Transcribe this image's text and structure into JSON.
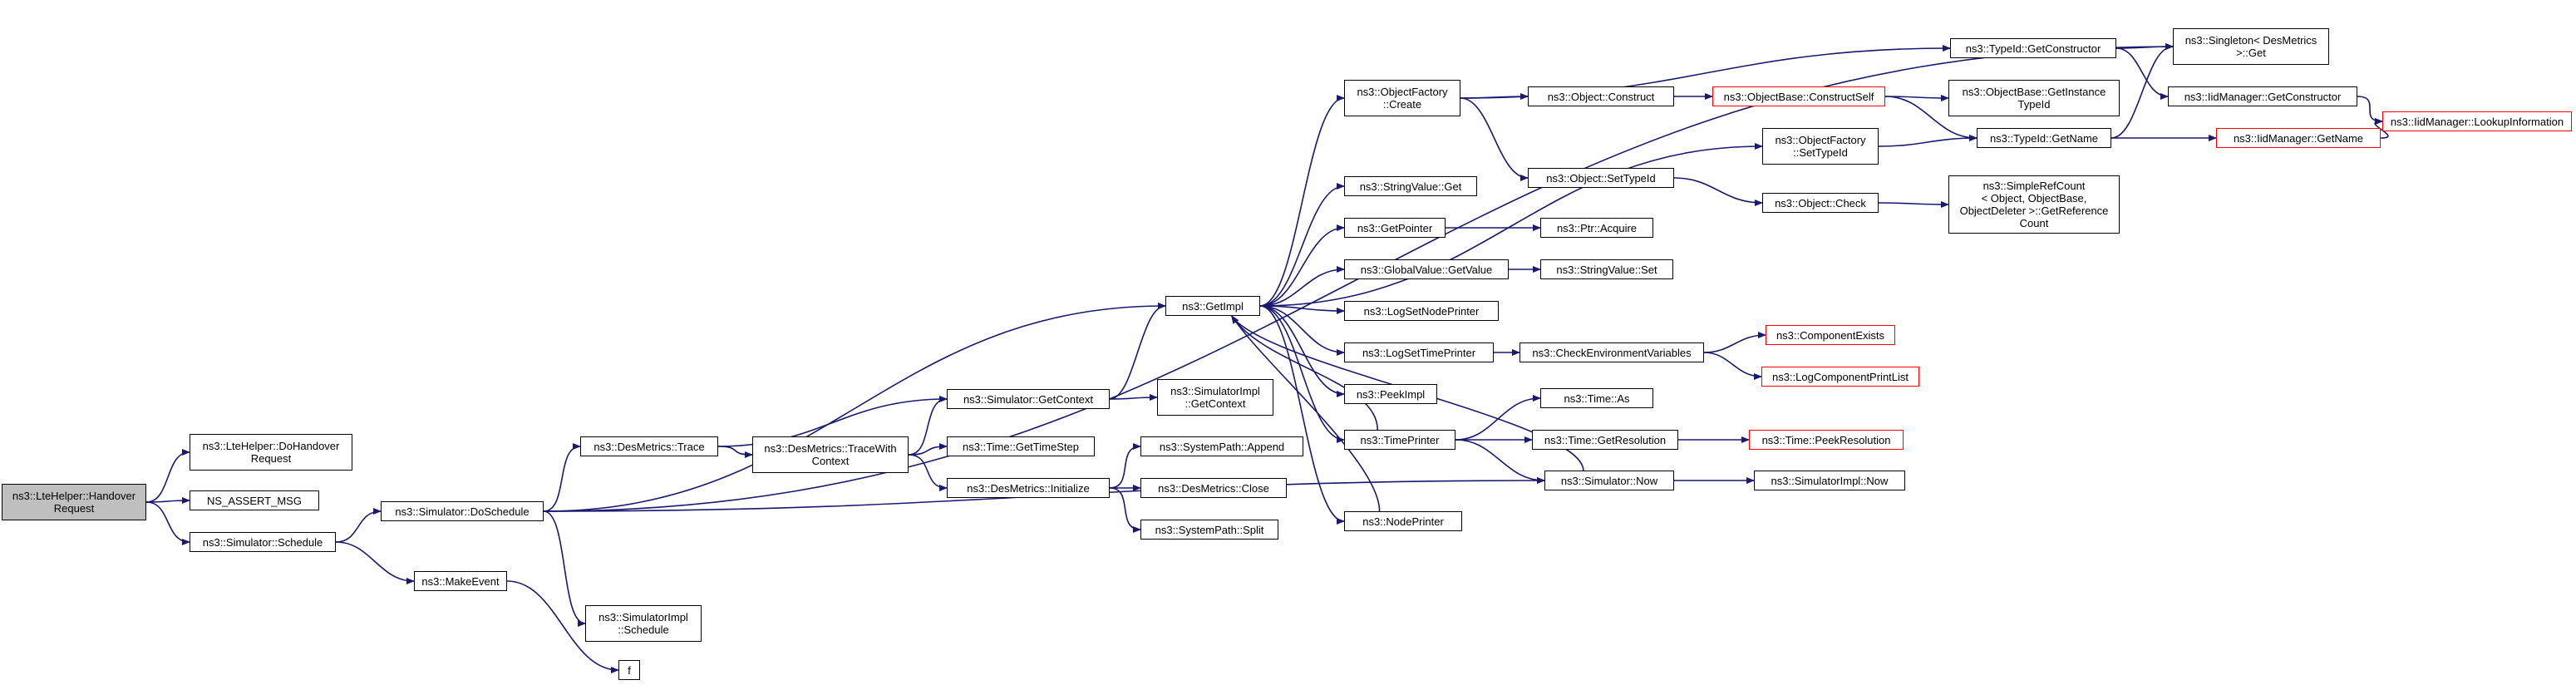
{
  "diagram": {
    "type": "call-graph",
    "edge_color": "#191970",
    "truncated_border_color": "#ff0000",
    "root_fill_color": "#bfbfbf",
    "nodes": [
      {
        "id": "root",
        "label": "ns3::LteHelper::Handover\nRequest",
        "style": "root"
      },
      {
        "id": "doHandover",
        "label": "ns3::LteHelper::DoHandover\nRequest"
      },
      {
        "id": "assertMsg",
        "label": "NS_ASSERT_MSG"
      },
      {
        "id": "schedule",
        "label": "ns3::Simulator::Schedule"
      },
      {
        "id": "doSchedule",
        "label": "ns3::Simulator::DoSchedule"
      },
      {
        "id": "makeEvent",
        "label": "ns3::MakeEvent"
      },
      {
        "id": "f",
        "label": "f"
      },
      {
        "id": "implSchedule",
        "label": "ns3::SimulatorImpl\n::Schedule"
      },
      {
        "id": "trace",
        "label": "ns3::DesMetrics::Trace"
      },
      {
        "id": "traceWith",
        "label": "ns3::DesMetrics::TraceWith\nContext"
      },
      {
        "id": "getContext",
        "label": "ns3::Simulator::GetContext"
      },
      {
        "id": "implGetContext",
        "label": "ns3::SimulatorImpl\n::GetContext"
      },
      {
        "id": "getTimeStep",
        "label": "ns3::Time::GetTimeStep"
      },
      {
        "id": "initialize",
        "label": "ns3::DesMetrics::Initialize"
      },
      {
        "id": "append",
        "label": "ns3::SystemPath::Append"
      },
      {
        "id": "close",
        "label": "ns3::DesMetrics::Close"
      },
      {
        "id": "split",
        "label": "ns3::SystemPath::Split"
      },
      {
        "id": "getImpl",
        "label": "ns3::GetImpl"
      },
      {
        "id": "ofCreate",
        "label": "ns3::ObjectFactory\n::Create"
      },
      {
        "id": "svGet",
        "label": "ns3::StringValue::Get"
      },
      {
        "id": "getPointer",
        "label": "ns3::GetPointer"
      },
      {
        "id": "gvGetValue",
        "label": "ns3::GlobalValue::GetValue"
      },
      {
        "id": "logNode",
        "label": "ns3::LogSetNodePrinter"
      },
      {
        "id": "logTime",
        "label": "ns3::LogSetTimePrinter"
      },
      {
        "id": "peekImpl",
        "label": "ns3::PeekImpl"
      },
      {
        "id": "timePrinter",
        "label": "ns3::TimePrinter"
      },
      {
        "id": "nodePrinter",
        "label": "ns3::NodePrinter"
      },
      {
        "id": "objConstruct",
        "label": "ns3::Object::Construct"
      },
      {
        "id": "objSetTypeId",
        "label": "ns3::Object::SetTypeId"
      },
      {
        "id": "ptrAcquire",
        "label": "ns3::Ptr::Acquire"
      },
      {
        "id": "svSet",
        "label": "ns3::StringValue::Set"
      },
      {
        "id": "checkEnv",
        "label": "ns3::CheckEnvironmentVariables"
      },
      {
        "id": "timeAs",
        "label": "ns3::Time::As"
      },
      {
        "id": "timeGetRes",
        "label": "ns3::Time::GetResolution"
      },
      {
        "id": "simNow",
        "label": "ns3::Simulator::Now"
      },
      {
        "id": "constructSelf",
        "label": "ns3::ObjectBase::ConstructSelf",
        "style": "truncated"
      },
      {
        "id": "ofSetTypeId",
        "label": "ns3::ObjectFactory\n::SetTypeId"
      },
      {
        "id": "objCheck",
        "label": "ns3::Object::Check"
      },
      {
        "id": "compExists",
        "label": "ns3::ComponentExists",
        "style": "truncated"
      },
      {
        "id": "logCompList",
        "label": "ns3::LogComponentPrintList",
        "style": "truncated"
      },
      {
        "id": "peekRes",
        "label": "ns3::Time::PeekResolution",
        "style": "truncated"
      },
      {
        "id": "implNow",
        "label": "ns3::SimulatorImpl::Now"
      },
      {
        "id": "typeGetCons",
        "label": "ns3::TypeId::GetConstructor"
      },
      {
        "id": "obGetInstance",
        "label": "ns3::ObjectBase::GetInstance\nTypeId"
      },
      {
        "id": "typeGetName",
        "label": "ns3::TypeId::GetName"
      },
      {
        "id": "simpleRef",
        "label": "ns3::SimpleRefCount\n< Object, ObjectBase,\nObjectDeleter >::GetReference\nCount"
      },
      {
        "id": "singletonGet",
        "label": "ns3::Singleton< DesMetrics\n >::Get"
      },
      {
        "id": "iidGetCons",
        "label": "ns3::IidManager::GetConstructor"
      },
      {
        "id": "iidGetName",
        "label": "ns3::IidManager::GetName",
        "style": "truncated"
      },
      {
        "id": "iidLookup",
        "label": "ns3::IidManager::LookupInformation",
        "style": "truncated"
      }
    ],
    "edges": [
      [
        "root",
        "doHandover"
      ],
      [
        "root",
        "assertMsg"
      ],
      [
        "root",
        "schedule"
      ],
      [
        "schedule",
        "doSchedule"
      ],
      [
        "schedule",
        "makeEvent"
      ],
      [
        "makeEvent",
        "f"
      ],
      [
        "doSchedule",
        "singletonGet"
      ],
      [
        "doSchedule",
        "getImpl"
      ],
      [
        "doSchedule",
        "trace"
      ],
      [
        "doSchedule",
        "implSchedule"
      ],
      [
        "doSchedule",
        "simNow"
      ],
      [
        "trace",
        "getContext"
      ],
      [
        "trace",
        "traceWith"
      ],
      [
        "traceWith",
        "getContext"
      ],
      [
        "traceWith",
        "getTimeStep"
      ],
      [
        "traceWith",
        "initialize"
      ],
      [
        "getContext",
        "getImpl"
      ],
      [
        "getContext",
        "implGetContext"
      ],
      [
        "initialize",
        "append"
      ],
      [
        "initialize",
        "close"
      ],
      [
        "initialize",
        "split"
      ],
      [
        "getImpl",
        "ofCreate"
      ],
      [
        "getImpl",
        "ofSetTypeId"
      ],
      [
        "getImpl",
        "svGet"
      ],
      [
        "getImpl",
        "getPointer"
      ],
      [
        "getImpl",
        "gvGetValue"
      ],
      [
        "getImpl",
        "logNode"
      ],
      [
        "getImpl",
        "logTime"
      ],
      [
        "getImpl",
        "peekImpl"
      ],
      [
        "getImpl",
        "timePrinter"
      ],
      [
        "getImpl",
        "nodePrinter"
      ],
      [
        "timePrinter",
        "getImpl"
      ],
      [
        "nodePrinter",
        "getImpl"
      ],
      [
        "simNow",
        "getImpl"
      ],
      [
        "ofCreate",
        "typeGetCons"
      ],
      [
        "ofCreate",
        "objConstruct"
      ],
      [
        "ofCreate",
        "objSetTypeId"
      ],
      [
        "objConstruct",
        "constructSelf"
      ],
      [
        "constructSelf",
        "obGetInstance"
      ],
      [
        "constructSelf",
        "typeGetName"
      ],
      [
        "objSetTypeId",
        "objCheck"
      ],
      [
        "objCheck",
        "simpleRef"
      ],
      [
        "ofSetTypeId",
        "typeGetName"
      ],
      [
        "getPointer",
        "ptrAcquire"
      ],
      [
        "gvGetValue",
        "svSet"
      ],
      [
        "logTime",
        "checkEnv"
      ],
      [
        "checkEnv",
        "compExists"
      ],
      [
        "checkEnv",
        "logCompList"
      ],
      [
        "timePrinter",
        "timeAs"
      ],
      [
        "timePrinter",
        "timeGetRes"
      ],
      [
        "timePrinter",
        "simNow"
      ],
      [
        "timeGetRes",
        "peekRes"
      ],
      [
        "simNow",
        "implNow"
      ],
      [
        "typeGetCons",
        "singletonGet"
      ],
      [
        "typeGetCons",
        "iidGetCons"
      ],
      [
        "typeGetName",
        "singletonGet"
      ],
      [
        "typeGetName",
        "iidGetName"
      ],
      [
        "iidGetCons",
        "iidLookup"
      ],
      [
        "iidGetName",
        "iidLookup"
      ]
    ]
  }
}
